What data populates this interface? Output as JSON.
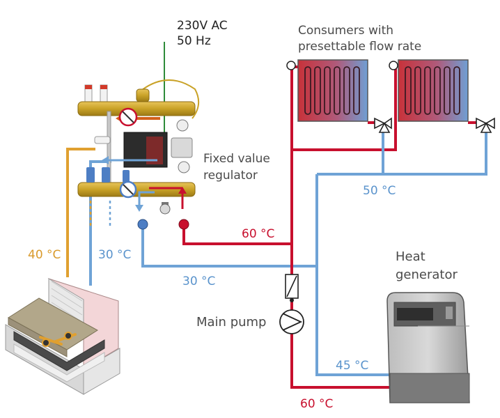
{
  "labels": {
    "power_line1": "230V AC",
    "power_line2": "50 Hz",
    "consumers_line1": "Consumers with",
    "consumers_line2": "presettable flow rate",
    "regulator_line1": "Fixed value",
    "regulator_line2": "regulator",
    "heat_gen_line1": "Heat",
    "heat_gen_line2": "generator",
    "main_pump": "Main pump",
    "temp_40": "40 °C",
    "temp_30_left": "30 °C",
    "temp_30_bottom": "30 °C",
    "temp_60_mid": "60 °C",
    "temp_50": "50 °C",
    "temp_45": "45 °C",
    "temp_60_bottom": "60 °C"
  },
  "colors": {
    "supply_red": "#c8102e",
    "return_blue": "#6fa3d6",
    "floor_orange": "#e0a030",
    "brass": "#c9a227",
    "power_green": "#2e8b3a",
    "text_gray": "#4a4a4a",
    "text_red": "#c8102e",
    "text_blue": "#5a93cc",
    "text_orange": "#d99a2b"
  },
  "icons": {
    "radiator": "radiator-icon",
    "valve": "thermostatic-valve-icon",
    "pump": "pump-icon",
    "boiler": "boiler-icon",
    "floor": "underfloor-heating-icon",
    "manifold": "manifold-icon"
  }
}
